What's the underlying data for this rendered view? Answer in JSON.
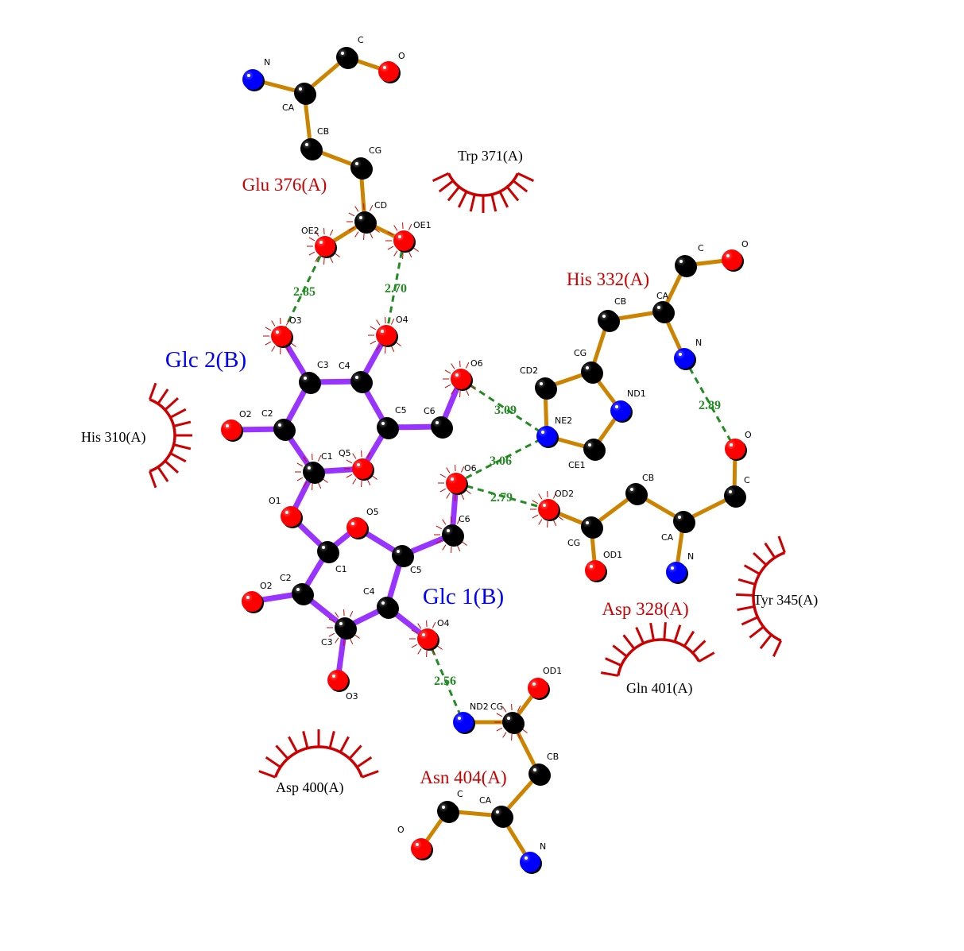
{
  "colors": {
    "carbon": "#000000",
    "oxygen": "#ff0000",
    "nitrogen": "#0000ff",
    "ligand_bond": "#9933ff",
    "residue_bond": "#cc8400",
    "hbond": "#228b22",
    "hydrophobic": "#cc0000",
    "ligand_label": "#0000ff",
    "residue_label": "#cc0000"
  },
  "atoms": [
    {
      "id": "glu_n",
      "label": "N",
      "element": "N"
    },
    {
      "id": "glu_ca",
      "label": "CA",
      "element": "C"
    },
    {
      "id": "glu_c",
      "label": "C",
      "element": "C"
    },
    {
      "id": "glu_o",
      "label": "O",
      "element": "O"
    },
    {
      "id": "glu_cb",
      "label": "CB",
      "element": "C"
    },
    {
      "id": "glu_cg",
      "label": "CG",
      "element": "C"
    },
    {
      "id": "glu_cd",
      "label": "CD",
      "element": "C"
    },
    {
      "id": "glu_oe2",
      "label": "OE2",
      "element": "O"
    },
    {
      "id": "glu_oe1",
      "label": "OE1",
      "element": "O"
    },
    {
      "id": "his_c",
      "label": "C",
      "element": "C"
    },
    {
      "id": "his_o",
      "label": "O",
      "element": "O"
    },
    {
      "id": "his_ca",
      "label": "CA",
      "element": "C"
    },
    {
      "id": "his_cb",
      "label": "CB",
      "element": "C"
    },
    {
      "id": "his_n",
      "label": "N",
      "element": "N"
    },
    {
      "id": "his_cg",
      "label": "CG",
      "element": "C"
    },
    {
      "id": "his_cd2",
      "label": "CD2",
      "element": "C"
    },
    {
      "id": "his_nd1",
      "label": "ND1",
      "element": "N"
    },
    {
      "id": "his_ne2",
      "label": "NE2",
      "element": "N"
    },
    {
      "id": "his_ce1",
      "label": "CE1",
      "element": "C"
    },
    {
      "id": "asp_o",
      "label": "O",
      "element": "O"
    },
    {
      "id": "asp_c",
      "label": "C",
      "element": "C"
    },
    {
      "id": "asp_cb",
      "label": "CB",
      "element": "C"
    },
    {
      "id": "asp_ca",
      "label": "CA",
      "element": "C"
    },
    {
      "id": "asp_n",
      "label": "N",
      "element": "N"
    },
    {
      "id": "asp_od2",
      "label": "OD2",
      "element": "O"
    },
    {
      "id": "asp_cg",
      "label": "CG",
      "element": "C"
    },
    {
      "id": "asp_od1",
      "label": "OD1",
      "element": "O"
    },
    {
      "id": "g2_o3",
      "label": "O3",
      "element": "O"
    },
    {
      "id": "g2_o4",
      "label": "O4",
      "element": "O"
    },
    {
      "id": "g2_c3",
      "label": "C3",
      "element": "C"
    },
    {
      "id": "g2_c4",
      "label": "C4",
      "element": "C"
    },
    {
      "id": "g2_o6",
      "label": "O6",
      "element": "O"
    },
    {
      "id": "g2_o2",
      "label": "O2",
      "element": "O"
    },
    {
      "id": "g2_c2",
      "label": "C2",
      "element": "C"
    },
    {
      "id": "g2_c5",
      "label": "C5",
      "element": "C"
    },
    {
      "id": "g2_c6",
      "label": "C6",
      "element": "C"
    },
    {
      "id": "g2_c1",
      "label": "C1",
      "element": "C"
    },
    {
      "id": "g2_o5",
      "label": "Q5",
      "element": "O"
    },
    {
      "id": "g1_o1",
      "label": "O1",
      "element": "O"
    },
    {
      "id": "g1_o5",
      "label": "O5",
      "element": "O"
    },
    {
      "id": "g1_o6",
      "label": "O6",
      "element": "O"
    },
    {
      "id": "g1_c6",
      "label": "C6",
      "element": "C"
    },
    {
      "id": "g1_c1",
      "label": "C1",
      "element": "C"
    },
    {
      "id": "g1_c5",
      "label": "C5",
      "element": "C"
    },
    {
      "id": "g1_c2",
      "label": "C2",
      "element": "C"
    },
    {
      "id": "g1_o2",
      "label": "O2",
      "element": "O"
    },
    {
      "id": "g1_c4",
      "label": "C4",
      "element": "C"
    },
    {
      "id": "g1_c3",
      "label": "C3",
      "element": "C"
    },
    {
      "id": "g1_o4",
      "label": "O4",
      "element": "O"
    },
    {
      "id": "g1_o3",
      "label": "O3",
      "element": "O"
    },
    {
      "id": "asn_od1",
      "label": "OD1",
      "element": "O"
    },
    {
      "id": "asn_nd2",
      "label": "ND2",
      "element": "N"
    },
    {
      "id": "asn_cg",
      "label": "CG",
      "element": "C"
    },
    {
      "id": "asn_cb",
      "label": "CB",
      "element": "C"
    },
    {
      "id": "asn_c",
      "label": "C",
      "element": "C"
    },
    {
      "id": "asn_ca",
      "label": "CA",
      "element": "C"
    },
    {
      "id": "asn_o",
      "label": "O",
      "element": "O"
    },
    {
      "id": "asn_n",
      "label": "N",
      "element": "N"
    }
  ],
  "bonds": [
    {
      "a": "glu_n",
      "b": "glu_ca",
      "type": "residue"
    },
    {
      "a": "glu_ca",
      "b": "glu_c",
      "type": "residue"
    },
    {
      "a": "glu_c",
      "b": "glu_o",
      "type": "residue"
    },
    {
      "a": "glu_ca",
      "b": "glu_cb",
      "type": "residue"
    },
    {
      "a": "glu_cb",
      "b": "glu_cg",
      "type": "residue"
    },
    {
      "a": "glu_cg",
      "b": "glu_cd",
      "type": "residue"
    },
    {
      "a": "glu_cd",
      "b": "glu_oe2",
      "type": "residue"
    },
    {
      "a": "glu_cd",
      "b": "glu_oe1",
      "type": "residue"
    },
    {
      "a": "his_c",
      "b": "his_o",
      "type": "residue"
    },
    {
      "a": "his_c",
      "b": "his_ca",
      "type": "residue"
    },
    {
      "a": "his_ca",
      "b": "his_cb",
      "type": "residue"
    },
    {
      "a": "his_ca",
      "b": "his_n",
      "type": "residue"
    },
    {
      "a": "his_cb",
      "b": "his_cg",
      "type": "residue"
    },
    {
      "a": "his_cg",
      "b": "his_cd2",
      "type": "residue"
    },
    {
      "a": "his_cg",
      "b": "his_nd1",
      "type": "residue"
    },
    {
      "a": "his_cd2",
      "b": "his_ne2",
      "type": "residue"
    },
    {
      "a": "his_nd1",
      "b": "his_ce1",
      "type": "residue"
    },
    {
      "a": "his_ne2",
      "b": "his_ce1",
      "type": "residue"
    },
    {
      "a": "asp_o",
      "b": "asp_c",
      "type": "residue"
    },
    {
      "a": "asp_c",
      "b": "asp_ca",
      "type": "residue"
    },
    {
      "a": "asp_ca",
      "b": "asp_cb",
      "type": "residue"
    },
    {
      "a": "asp_ca",
      "b": "asp_n",
      "type": "residue"
    },
    {
      "a": "asp_cb",
      "b": "asp_cg",
      "type": "residue"
    },
    {
      "a": "asp_cg",
      "b": "asp_od2",
      "type": "residue"
    },
    {
      "a": "asp_cg",
      "b": "asp_od1",
      "type": "residue"
    },
    {
      "a": "asn_od1",
      "b": "asn_cg",
      "type": "residue"
    },
    {
      "a": "asn_nd2",
      "b": "asn_cg",
      "type": "residue"
    },
    {
      "a": "asn_cg",
      "b": "asn_cb",
      "type": "residue"
    },
    {
      "a": "asn_cb",
      "b": "asn_ca",
      "type": "residue"
    },
    {
      "a": "asn_ca",
      "b": "asn_c",
      "type": "residue"
    },
    {
      "a": "asn_ca",
      "b": "asn_n",
      "type": "residue"
    },
    {
      "a": "asn_c",
      "b": "asn_o",
      "type": "residue"
    },
    {
      "a": "g2_c1",
      "b": "g2_c2",
      "type": "ligand"
    },
    {
      "a": "g2_c2",
      "b": "g2_c3",
      "type": "ligand"
    },
    {
      "a": "g2_c3",
      "b": "g2_c4",
      "type": "ligand"
    },
    {
      "a": "g2_c4",
      "b": "g2_c5",
      "type": "ligand"
    },
    {
      "a": "g2_c5",
      "b": "g2_o5",
      "type": "ligand"
    },
    {
      "a": "g2_o5",
      "b": "g2_c1",
      "type": "ligand"
    },
    {
      "a": "g2_c2",
      "b": "g2_o2",
      "type": "ligand"
    },
    {
      "a": "g2_c3",
      "b": "g2_o3",
      "type": "ligand"
    },
    {
      "a": "g2_c4",
      "b": "g2_o4",
      "type": "ligand"
    },
    {
      "a": "g2_c5",
      "b": "g2_c6",
      "type": "ligand"
    },
    {
      "a": "g2_c6",
      "b": "g2_o6",
      "type": "ligand"
    },
    {
      "a": "g2_c1",
      "b": "g1_o1",
      "type": "ligand"
    },
    {
      "a": "g1_o1",
      "b": "g1_c1",
      "type": "ligand"
    },
    {
      "a": "g1_c1",
      "b": "g1_o5",
      "type": "ligand"
    },
    {
      "a": "g1_o5",
      "b": "g1_c5",
      "type": "ligand"
    },
    {
      "a": "g1_c5",
      "b": "g1_c4",
      "type": "ligand"
    },
    {
      "a": "g1_c4",
      "b": "g1_c3",
      "type": "ligand"
    },
    {
      "a": "g1_c3",
      "b": "g1_c2",
      "type": "ligand"
    },
    {
      "a": "g1_c2",
      "b": "g1_c1",
      "type": "ligand"
    },
    {
      "a": "g1_c2",
      "b": "g1_o2",
      "type": "ligand"
    },
    {
      "a": "g1_c3",
      "b": "g1_o3",
      "type": "ligand"
    },
    {
      "a": "g1_c4",
      "b": "g1_o4",
      "type": "ligand"
    },
    {
      "a": "g1_c5",
      "b": "g1_c6",
      "type": "ligand"
    },
    {
      "a": "g1_c6",
      "b": "g1_o6",
      "type": "ligand"
    }
  ],
  "hbonds": [
    {
      "a": "glu_oe2",
      "b": "g2_o3",
      "distance": "2.85"
    },
    {
      "a": "glu_oe1",
      "b": "g2_o4",
      "distance": "2.70"
    },
    {
      "a": "g2_o6",
      "b": "his_ne2",
      "distance": "3.09"
    },
    {
      "a": "g1_o6",
      "b": "his_ne2",
      "distance": "3.06"
    },
    {
      "a": "g1_o6",
      "b": "asp_od2",
      "distance": "2.79"
    },
    {
      "a": "his_n",
      "b": "asp_o",
      "distance": "2.89"
    },
    {
      "a": "g1_o4",
      "b": "asn_nd2",
      "distance": "2.56"
    }
  ],
  "labels": {
    "residues": [
      {
        "id": "glu376",
        "text": "Glu 376(A)"
      },
      {
        "id": "his332",
        "text": "His 332(A)"
      },
      {
        "id": "asp328",
        "text": "Asp 328(A)"
      },
      {
        "id": "asn404",
        "text": "Asn 404(A)"
      }
    ],
    "ligands": [
      {
        "id": "glc2",
        "text": "Glc 2(B)"
      },
      {
        "id": "glc1",
        "text": "Glc 1(B)"
      }
    ],
    "hydrophobic": [
      {
        "id": "trp371",
        "text": "Trp 371(A)"
      },
      {
        "id": "his310",
        "text": "His 310(A)"
      },
      {
        "id": "tyr345",
        "text": "Tyr 345(A)"
      },
      {
        "id": "gln401",
        "text": "Gln 401(A)"
      },
      {
        "id": "asp400",
        "text": "Asp 400(A)"
      }
    ]
  }
}
